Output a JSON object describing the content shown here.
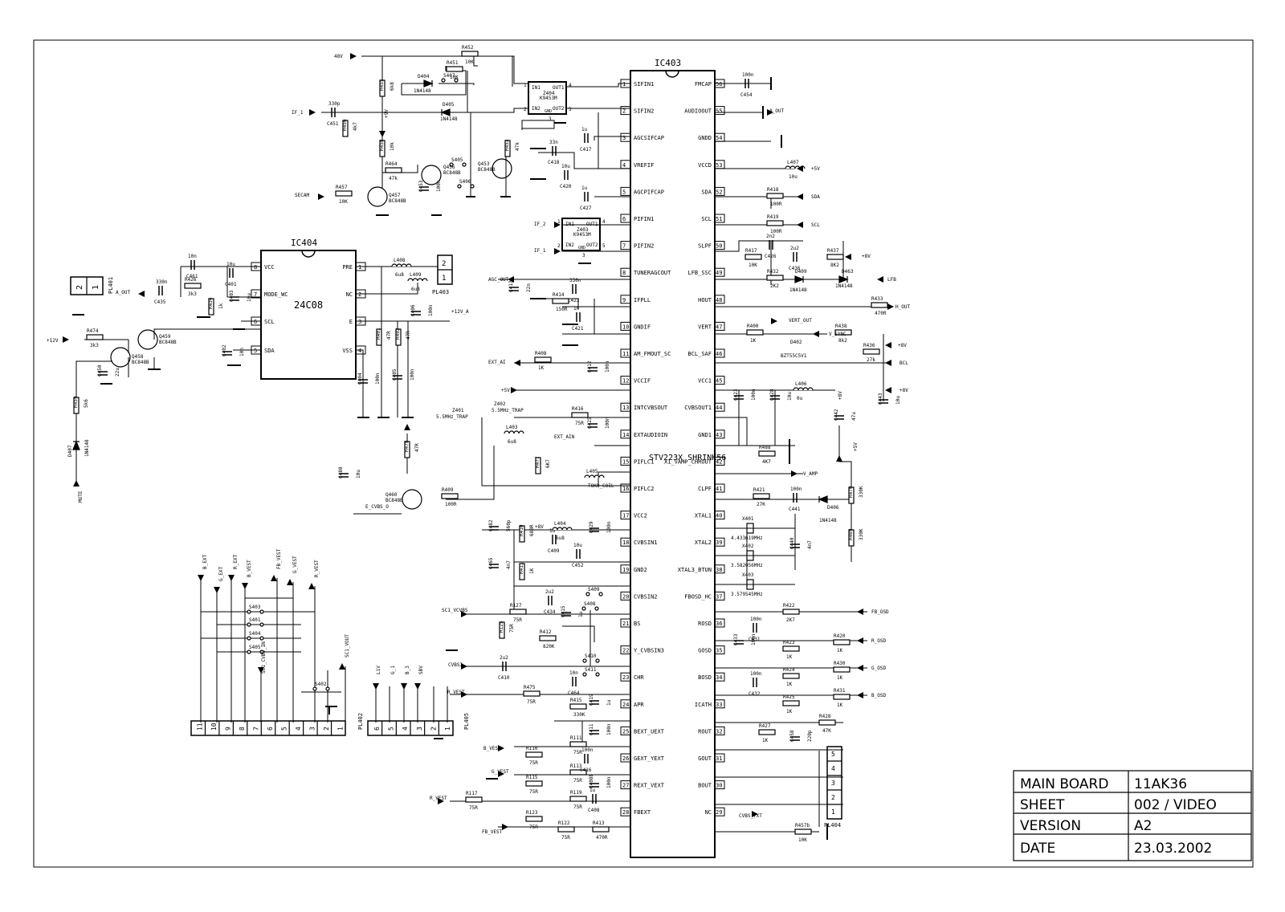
{
  "ic403": {
    "name": "IC403",
    "part": "STV223X_SHRINK56",
    "left_pins": [
      {
        "n": "1",
        "label": "SIFIN1"
      },
      {
        "n": "2",
        "label": "SIFIN2"
      },
      {
        "n": "3",
        "label": "AGCSIFCAP"
      },
      {
        "n": "4",
        "label": "VREFIF"
      },
      {
        "n": "5",
        "label": "AGCPIFCAP"
      },
      {
        "n": "6",
        "label": "PIFIN1"
      },
      {
        "n": "7",
        "label": "PIFIN2"
      },
      {
        "n": "8",
        "label": "TUNERAGCOUT"
      },
      {
        "n": "9",
        "label": "IFPLL"
      },
      {
        "n": "10",
        "label": "GNDIF"
      },
      {
        "n": "11",
        "label": "AM_FMOUT_SC"
      },
      {
        "n": "12",
        "label": "VCCIF"
      },
      {
        "n": "13",
        "label": "INTCVBSOUT"
      },
      {
        "n": "14",
        "label": "EXTAUDIOIN"
      },
      {
        "n": "15",
        "label": "PIFLC1"
      },
      {
        "n": "16",
        "label": "PIFLC2"
      },
      {
        "n": "17",
        "label": "VCC2"
      },
      {
        "n": "18",
        "label": "CVBSIN1"
      },
      {
        "n": "19",
        "label": "GND2"
      },
      {
        "n": "20",
        "label": "CVBSIN2"
      },
      {
        "n": "21",
        "label": "BS"
      },
      {
        "n": "22",
        "label": "Y_CVBSIN3"
      },
      {
        "n": "23",
        "label": "CHR"
      },
      {
        "n": "24",
        "label": "APR"
      },
      {
        "n": "25",
        "label": "BEXT_UEXT"
      },
      {
        "n": "26",
        "label": "GEXT_YEXT"
      },
      {
        "n": "27",
        "label": "REXT_VEXT"
      },
      {
        "n": "28",
        "label": "FBEXT"
      }
    ],
    "right_pins": [
      {
        "n": "56",
        "label": "FMCAP"
      },
      {
        "n": "55",
        "label": "AUDIOOUT"
      },
      {
        "n": "54",
        "label": "GNDD"
      },
      {
        "n": "53",
        "label": "VCCD"
      },
      {
        "n": "52",
        "label": "SDA"
      },
      {
        "n": "51",
        "label": "SCL"
      },
      {
        "n": "50",
        "label": "SLPF"
      },
      {
        "n": "49",
        "label": "LFB_SSC"
      },
      {
        "n": "48",
        "label": "HOUT"
      },
      {
        "n": "47",
        "label": "VERT"
      },
      {
        "n": "46",
        "label": "BCL_SAF"
      },
      {
        "n": "45",
        "label": "VCC1"
      },
      {
        "n": "44",
        "label": "CVBSOUT1"
      },
      {
        "n": "43",
        "label": "GND1"
      },
      {
        "n": "42",
        "label": "X1_VAMP_CHROUT"
      },
      {
        "n": "41",
        "label": "CLPF"
      },
      {
        "n": "40",
        "label": "XTAL1"
      },
      {
        "n": "39",
        "label": "XTAL2"
      },
      {
        "n": "38",
        "label": "XTAL3_BTUN"
      },
      {
        "n": "37",
        "label": "FBOSD_HC"
      },
      {
        "n": "36",
        "label": "ROSD"
      },
      {
        "n": "35",
        "label": "GOSD"
      },
      {
        "n": "34",
        "label": "BOSD"
      },
      {
        "n": "33",
        "label": "ICATH"
      },
      {
        "n": "32",
        "label": "ROUT"
      },
      {
        "n": "31",
        "label": "GOUT"
      },
      {
        "n": "30",
        "label": "BOUT"
      },
      {
        "n": "29",
        "label": "NC"
      }
    ]
  },
  "ic404": {
    "name": "IC404",
    "part": "24C08",
    "left_pins": [
      {
        "n": "8",
        "label": "VCC"
      },
      {
        "n": "7",
        "label": "MODE_WC"
      },
      {
        "n": "6",
        "label": "SCL"
      },
      {
        "n": "5",
        "label": "SDA"
      }
    ],
    "right_pins": [
      {
        "n": "1",
        "label": "PRE"
      },
      {
        "n": "2",
        "label": "NC"
      },
      {
        "n": "3",
        "label": "E"
      },
      {
        "n": "4",
        "label": "VSS"
      }
    ]
  },
  "saw_filters": [
    {
      "ref": "Z404",
      "part": "K9453M",
      "in1": "IN1",
      "in2": "IN2",
      "out1": "OUT1",
      "out2": "OUT2",
      "gnd": "GND",
      "p1": "1",
      "p2": "2",
      "p3": "3",
      "p4": "4",
      "p5": "5"
    },
    {
      "ref": "Z403",
      "part": "K9453M",
      "in1": "IN1",
      "in2": "IN2",
      "out1": "OUT1",
      "out2": "OUT2",
      "gnd": "GND",
      "p1": "1",
      "p2": "2",
      "p3": "3",
      "p4": "4",
      "p5": "5"
    }
  ],
  "signals": {
    "p48v": "48V",
    "if1": "IF_1",
    "if2": "IF_2",
    "if1b": "IF_1",
    "secam": "SECAM",
    "a_out": "A_OUT",
    "a_out2": "A_OUT",
    "p12v": "+12V",
    "mute": "MUTE",
    "agc_out": "AGC_OUT",
    "ext_ai": "EXT_AI",
    "p5v_a": "+5V",
    "p12v_a": "+12V_A",
    "ext_ain": "EXT_AIN",
    "e_cvbs_o": "E_CVBS_O",
    "p8v_b": "+8V",
    "sc1_vcvbs": "SC1_VCVBS",
    "cvbs3": "CVBS3",
    "r_vest": "R_VEST",
    "b_vest": "B_VEST",
    "g_vest": "G_VEST",
    "r_vest2": "R_VEST",
    "fb_vest": "FB_VEST",
    "p5v_d": "+5V",
    "sda": "SDA",
    "scl": "SCL",
    "p8v_c": "+8V",
    "lfb": "LFB",
    "h_out": "H_OUT",
    "vert_out": "VERT_OUT",
    "v_sync": "V_SYNC",
    "p8v_d": "+8V",
    "bcl": "BCL",
    "p8v_e": "+8V",
    "p8v_f": "+8V",
    "v_amp": "V_AMP",
    "fb_osd": "FB_OSD",
    "r_osd": "R_OSD",
    "g_osd": "G_OSD",
    "b_osd": "B_OSD",
    "cvbs_txt": "CVBS_TXT",
    "p5v_e": "+5V",
    "p9v": "+9V",
    "z401": "Z401",
    "z401_val": "5.5MHz_TRAP",
    "z402": "Z402",
    "z402_val": "5.5MHz_TRAP"
  },
  "connectors": {
    "pl401": {
      "ref": "PL401",
      "pins": [
        "2",
        "1"
      ]
    },
    "pl403": {
      "ref": "PL403",
      "pins": [
        "2",
        "1"
      ]
    },
    "pl402": {
      "ref": "PL402",
      "pins": [
        "11",
        "10",
        "9",
        "8",
        "7",
        "6",
        "5",
        "4",
        "3",
        "2",
        "1"
      ],
      "nets": [
        "B_EXT",
        "G_EXT",
        "R_EXT",
        "FB_VEST",
        "B_VEST",
        "G_VEST",
        "R_VEST",
        "SC1_CVBS_IN",
        "SC1_VOUT"
      ]
    },
    "pl405": {
      "ref": "PL405",
      "pins": [
        "6",
        "5",
        "4",
        "3",
        "2",
        "1"
      ],
      "nets": [
        "L1V",
        "G_1",
        "B_3",
        "SBV"
      ]
    },
    "pl404": {
      "ref": "PL404",
      "pins": [
        "5",
        "4",
        "3",
        "2",
        "1"
      ]
    }
  },
  "bridges": [
    "S403",
    "S401",
    "S404",
    "S405",
    "S402",
    "S409",
    "S408",
    "S410",
    "S411",
    "S407",
    "S405",
    "S406"
  ],
  "transistors": [
    {
      "ref": "Q459",
      "part": "BC848B"
    },
    {
      "ref": "Q458",
      "part": "BC848B"
    },
    {
      "ref": "Q457",
      "part": "BC848B"
    },
    {
      "ref": "Q456",
      "part": "BC848B"
    },
    {
      "ref": "Q453",
      "part": "BC848B"
    },
    {
      "ref": "Q460",
      "part": "BC848B"
    }
  ],
  "diodes": [
    {
      "ref": "D404",
      "part": "1N4148"
    },
    {
      "ref": "D405",
      "part": "1N4148"
    },
    {
      "ref": "D409",
      "part": "1N4148"
    },
    {
      "ref": "D463",
      "part": "1N4148"
    },
    {
      "ref": "D402",
      "part": "BZT55C5V1"
    },
    {
      "ref": "D406",
      "part": "1N4148"
    },
    {
      "ref": "D407",
      "part": "1N4148"
    }
  ],
  "resistors": [
    {
      "ref": "R452",
      "val": "10K"
    },
    {
      "ref": "R451",
      "val": "10K"
    },
    {
      "ref": "R455",
      "val": "6k8"
    },
    {
      "ref": "R456",
      "val": "4k7"
    },
    {
      "ref": "R458",
      "val": "10k"
    },
    {
      "ref": "R464",
      "val": "47k"
    },
    {
      "ref": "R457",
      "val": "10K"
    },
    {
      "ref": "R453",
      "val": "47k"
    },
    {
      "ref": "R426",
      "val": "3k3"
    },
    {
      "ref": "R434",
      "val": "1k"
    },
    {
      "ref": "R474",
      "val": "3k3"
    },
    {
      "ref": "R459",
      "val": "5k6"
    },
    {
      "ref": "R414",
      "val": "150R"
    },
    {
      "ref": "R408",
      "val": "1K"
    },
    {
      "ref": "R416",
      "val": "75R"
    },
    {
      "ref": "R478",
      "val": "47R"
    },
    {
      "ref": "R477",
      "val": "6K7"
    },
    {
      "ref": "R409",
      "val": "100R"
    },
    {
      "ref": "R410",
      "val": "680R"
    },
    {
      "ref": "R411",
      "val": "1K"
    },
    {
      "ref": "R127",
      "val": "75R"
    },
    {
      "ref": "R125",
      "val": "75R"
    },
    {
      "ref": "R412",
      "val": "820K"
    },
    {
      "ref": "R475",
      "val": "75R"
    },
    {
      "ref": "R415",
      "val": "330K"
    },
    {
      "ref": "R111",
      "val": "75R"
    },
    {
      "ref": "R110",
      "val": "75R"
    },
    {
      "ref": "R113",
      "val": "75R"
    },
    {
      "ref": "R115",
      "val": "75R"
    },
    {
      "ref": "R117",
      "val": "75R"
    },
    {
      "ref": "R119",
      "val": "75R"
    },
    {
      "ref": "R123",
      "val": "75R"
    },
    {
      "ref": "R122",
      "val": "75R"
    },
    {
      "ref": "R413",
      "val": "470R"
    },
    {
      "ref": "R418",
      "val": "100R"
    },
    {
      "ref": "R419",
      "val": "100R"
    },
    {
      "ref": "R417",
      "val": "10K"
    },
    {
      "ref": "R432",
      "val": "2K2"
    },
    {
      "ref": "R437",
      "val": "8K2"
    },
    {
      "ref": "R433",
      "val": "470R"
    },
    {
      "ref": "R400",
      "val": "1K"
    },
    {
      "ref": "R438",
      "val": "8k2"
    },
    {
      "ref": "R436",
      "val": "27k"
    },
    {
      "ref": "R488",
      "val": "4K7"
    },
    {
      "ref": "R421",
      "val": "27K"
    },
    {
      "ref": "R470",
      "val": "330K"
    },
    {
      "ref": "R469",
      "val": "330K"
    },
    {
      "ref": "R422",
      "val": "2K7"
    },
    {
      "ref": "R420",
      "val": "1K"
    },
    {
      "ref": "R423",
      "val": "1K"
    },
    {
      "ref": "R430",
      "val": "1K"
    },
    {
      "ref": "R424",
      "val": "1K"
    },
    {
      "ref": "R431",
      "val": "1K"
    },
    {
      "ref": "R425",
      "val": "1K"
    },
    {
      "ref": "R427",
      "val": "1K"
    },
    {
      "ref": "R428",
      "val": "47K"
    },
    {
      "ref": "R457b",
      "val": "10K"
    },
    {
      "ref": "R401",
      "val": "47R"
    },
    {
      "ref": "R402",
      "val": "47R"
    }
  ],
  "capacitors": [
    {
      "ref": "C451",
      "val": "330p"
    },
    {
      "ref": "C453",
      "val": "100n"
    },
    {
      "ref": "C417",
      "val": "1u"
    },
    {
      "ref": "C418",
      "val": "33n"
    },
    {
      "ref": "C420",
      "val": "10u"
    },
    {
      "ref": "C427",
      "val": "1u"
    },
    {
      "ref": "C435",
      "val": "330n"
    },
    {
      "ref": "C401",
      "val": "10u"
    },
    {
      "ref": "C461",
      "val": "10n"
    },
    {
      "ref": "C403",
      "val": "10u"
    },
    {
      "ref": "C402",
      "val": "10n"
    },
    {
      "ref": "C450",
      "val": "22u"
    },
    {
      "ref": "C413",
      "val": "22n"
    },
    {
      "ref": "C422",
      "val": "330n"
    },
    {
      "ref": "C421",
      "val": "1n"
    },
    {
      "ref": "C412",
      "val": "100n"
    },
    {
      "ref": "C404",
      "val": "100n"
    },
    {
      "ref": "C405",
      "val": "100n"
    },
    {
      "ref": "C406",
      "val": "100n"
    },
    {
      "ref": "C425",
      "val": "100n"
    },
    {
      "ref": "C480",
      "val": "10u"
    },
    {
      "ref": "C482",
      "val": "560p"
    },
    {
      "ref": "C465",
      "val": "4n7"
    },
    {
      "ref": "C409",
      "val": "1u"
    },
    {
      "ref": "C452",
      "val": "10u"
    },
    {
      "ref": "C429",
      "val": "100n"
    },
    {
      "ref": "C434",
      "val": "2u2"
    },
    {
      "ref": "C415",
      "val": "1u"
    },
    {
      "ref": "C410",
      "val": "2u2"
    },
    {
      "ref": "C464",
      "val": "10n"
    },
    {
      "ref": "C419",
      "val": "1u"
    },
    {
      "ref": "C411",
      "val": "100n"
    },
    {
      "ref": "C416",
      "val": "100n"
    },
    {
      "ref": "C408b",
      "val": "100n"
    },
    {
      "ref": "C408",
      "val": "1u"
    },
    {
      "ref": "C454",
      "val": "100n"
    },
    {
      "ref": "C426",
      "val": "2n2"
    },
    {
      "ref": "C436",
      "val": "2u2"
    },
    {
      "ref": "C423",
      "val": "100n"
    },
    {
      "ref": "C428",
      "val": "10u"
    },
    {
      "ref": "C443",
      "val": "10u"
    },
    {
      "ref": "C442",
      "val": "47u"
    },
    {
      "ref": "C441",
      "val": "100n"
    },
    {
      "ref": "C440",
      "val": "4n7"
    },
    {
      "ref": "C431",
      "val": "100n"
    },
    {
      "ref": "C433",
      "val": "100n"
    },
    {
      "ref": "C432",
      "val": "100n"
    },
    {
      "ref": "C458",
      "val": "220p"
    }
  ],
  "inductors": [
    {
      "ref": "L407",
      "val": "10u"
    },
    {
      "ref": "L406",
      "val": "0u"
    },
    {
      "ref": "L408",
      "val": "6u8"
    },
    {
      "ref": "L409",
      "val": "6u8"
    },
    {
      "ref": "L403",
      "val": "6u8"
    },
    {
      "ref": "L404",
      "val": "6u8"
    },
    {
      "ref": "L405",
      "val": "TOKO_COIL"
    }
  ],
  "crystals": [
    {
      "ref": "X401",
      "val": "4.433619MHz"
    },
    {
      "ref": "X402",
      "val": "3.582056MHz"
    },
    {
      "ref": "X403",
      "val": "3.579545MHz"
    }
  ],
  "title_block": {
    "rows": [
      {
        "key": "MAIN BOARD",
        "value": "11AK36"
      },
      {
        "key": "SHEET",
        "value": "002 / VIDEO"
      },
      {
        "key": "VERSION",
        "value": "A2"
      },
      {
        "key": "DATE",
        "value": "23.03.2002"
      }
    ]
  }
}
